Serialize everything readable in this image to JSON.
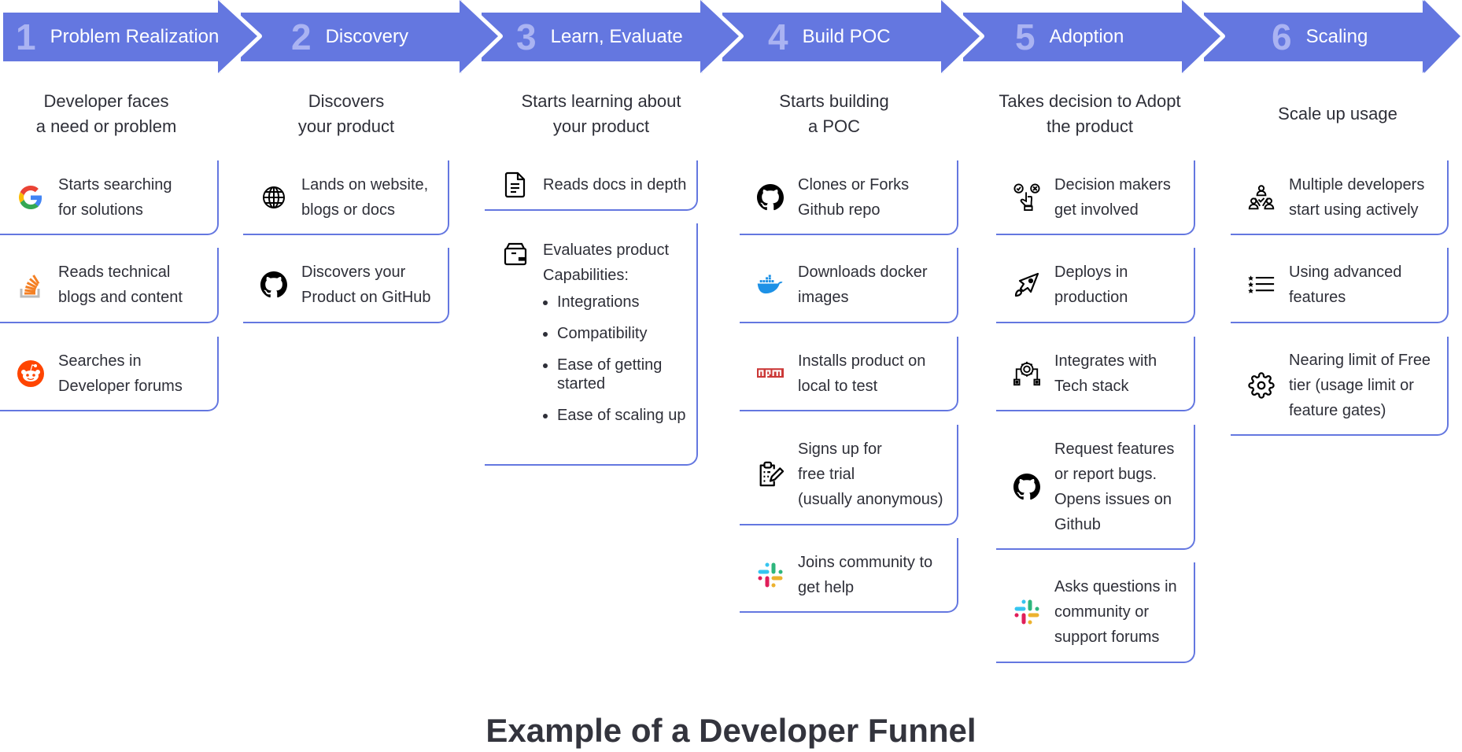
{
  "stages": [
    {
      "number": "1",
      "title": "Problem Realization",
      "heading": [
        "Developer faces",
        "a need or problem"
      ],
      "cards": [
        {
          "icon": "google-icon",
          "lines": [
            "Starts searching",
            "for solutions"
          ]
        },
        {
          "icon": "stackoverflow-icon",
          "lines": [
            "Reads technical",
            "blogs and content"
          ]
        },
        {
          "icon": "reddit-icon",
          "lines": [
            "Searches in",
            "Developer forums"
          ]
        }
      ]
    },
    {
      "number": "2",
      "title": "Discovery",
      "heading": [
        "Discovers",
        "your product"
      ],
      "cards": [
        {
          "icon": "globe-icon",
          "lines": [
            "Lands on website,",
            "blogs or docs"
          ]
        },
        {
          "icon": "github-icon",
          "lines": [
            "Discovers your",
            "Product on GitHub"
          ]
        }
      ]
    },
    {
      "number": "3",
      "title": "Learn, Evaluate",
      "heading": [
        "Starts learning about",
        "your product"
      ],
      "cards": [
        {
          "icon": "document-icon",
          "lines": [
            "Reads docs in depth"
          ]
        },
        {
          "icon": "package-icon",
          "lines": [
            "Evaluates product",
            "Capabilities:"
          ],
          "bullets": [
            "Integrations",
            "Compatibility",
            "Ease of getting started",
            "Ease of scaling up"
          ]
        }
      ]
    },
    {
      "number": "4",
      "title": "Build POC",
      "heading": [
        "Starts building",
        "a POC"
      ],
      "cards": [
        {
          "icon": "github-icon",
          "lines": [
            "Clones or Forks",
            "Github repo"
          ]
        },
        {
          "icon": "docker-icon",
          "lines": [
            "Downloads docker",
            "images"
          ]
        },
        {
          "icon": "npm-icon",
          "lines": [
            "Installs product on",
            "local to test"
          ]
        },
        {
          "icon": "clipboard-edit-icon",
          "lines": [
            "Signs up for",
            "free trial",
            "(usually anonymous)"
          ]
        },
        {
          "icon": "slack-icon",
          "lines": [
            "Joins community to",
            "get help"
          ]
        }
      ]
    },
    {
      "number": "5",
      "title": "Adoption",
      "heading": [
        "Takes decision to Adopt",
        "the product"
      ],
      "cards": [
        {
          "icon": "decision-icon",
          "lines": [
            "Decision makers",
            "get involved"
          ]
        },
        {
          "icon": "rocket-icon",
          "lines": [
            "Deploys in",
            "production"
          ]
        },
        {
          "icon": "integration-gear-icon",
          "lines": [
            "Integrates with",
            "Tech stack"
          ]
        },
        {
          "icon": "github-icon",
          "lines": [
            "Request features",
            "or report bugs.",
            "Opens issues on",
            "Github"
          ]
        },
        {
          "icon": "slack-icon",
          "lines": [
            "Asks questions in",
            "community or",
            "support forums"
          ]
        }
      ]
    },
    {
      "number": "6",
      "title": "Scaling",
      "heading": [
        "Scale up usage"
      ],
      "cards": [
        {
          "icon": "team-icon",
          "lines": [
            "Multiple developers",
            "start using actively"
          ]
        },
        {
          "icon": "starred-list-icon",
          "lines": [
            "Using advanced",
            "features"
          ]
        },
        {
          "icon": "settings-gear-icon",
          "lines": [
            "Nearing limit of Free",
            "tier (usage limit or",
            "feature gates)"
          ]
        }
      ]
    }
  ],
  "footer": {
    "title": "Example of a Developer Funnel"
  },
  "colors": {
    "arrow": "#6477e0",
    "arrow_number": "#aab3f2",
    "card_border": "#6477e0",
    "text": "#2e2f38"
  }
}
